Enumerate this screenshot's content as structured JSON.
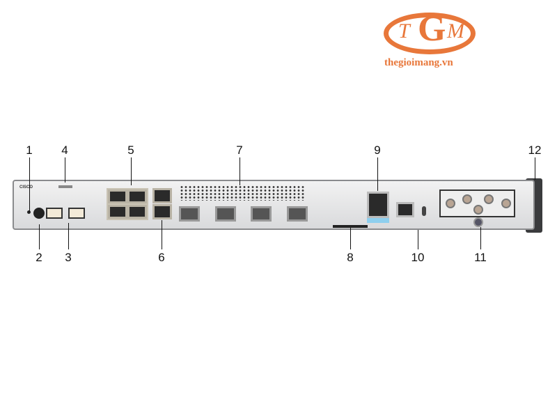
{
  "watermark": {
    "letters": [
      "T",
      "G",
      "M"
    ],
    "site": "thegioimang.vn",
    "color": "#e8773a"
  },
  "device": {
    "brand": "CISCO"
  },
  "callouts": [
    "1",
    "2",
    "3",
    "4",
    "5",
    "6",
    "7",
    "8",
    "9",
    "10",
    "11",
    "12"
  ]
}
